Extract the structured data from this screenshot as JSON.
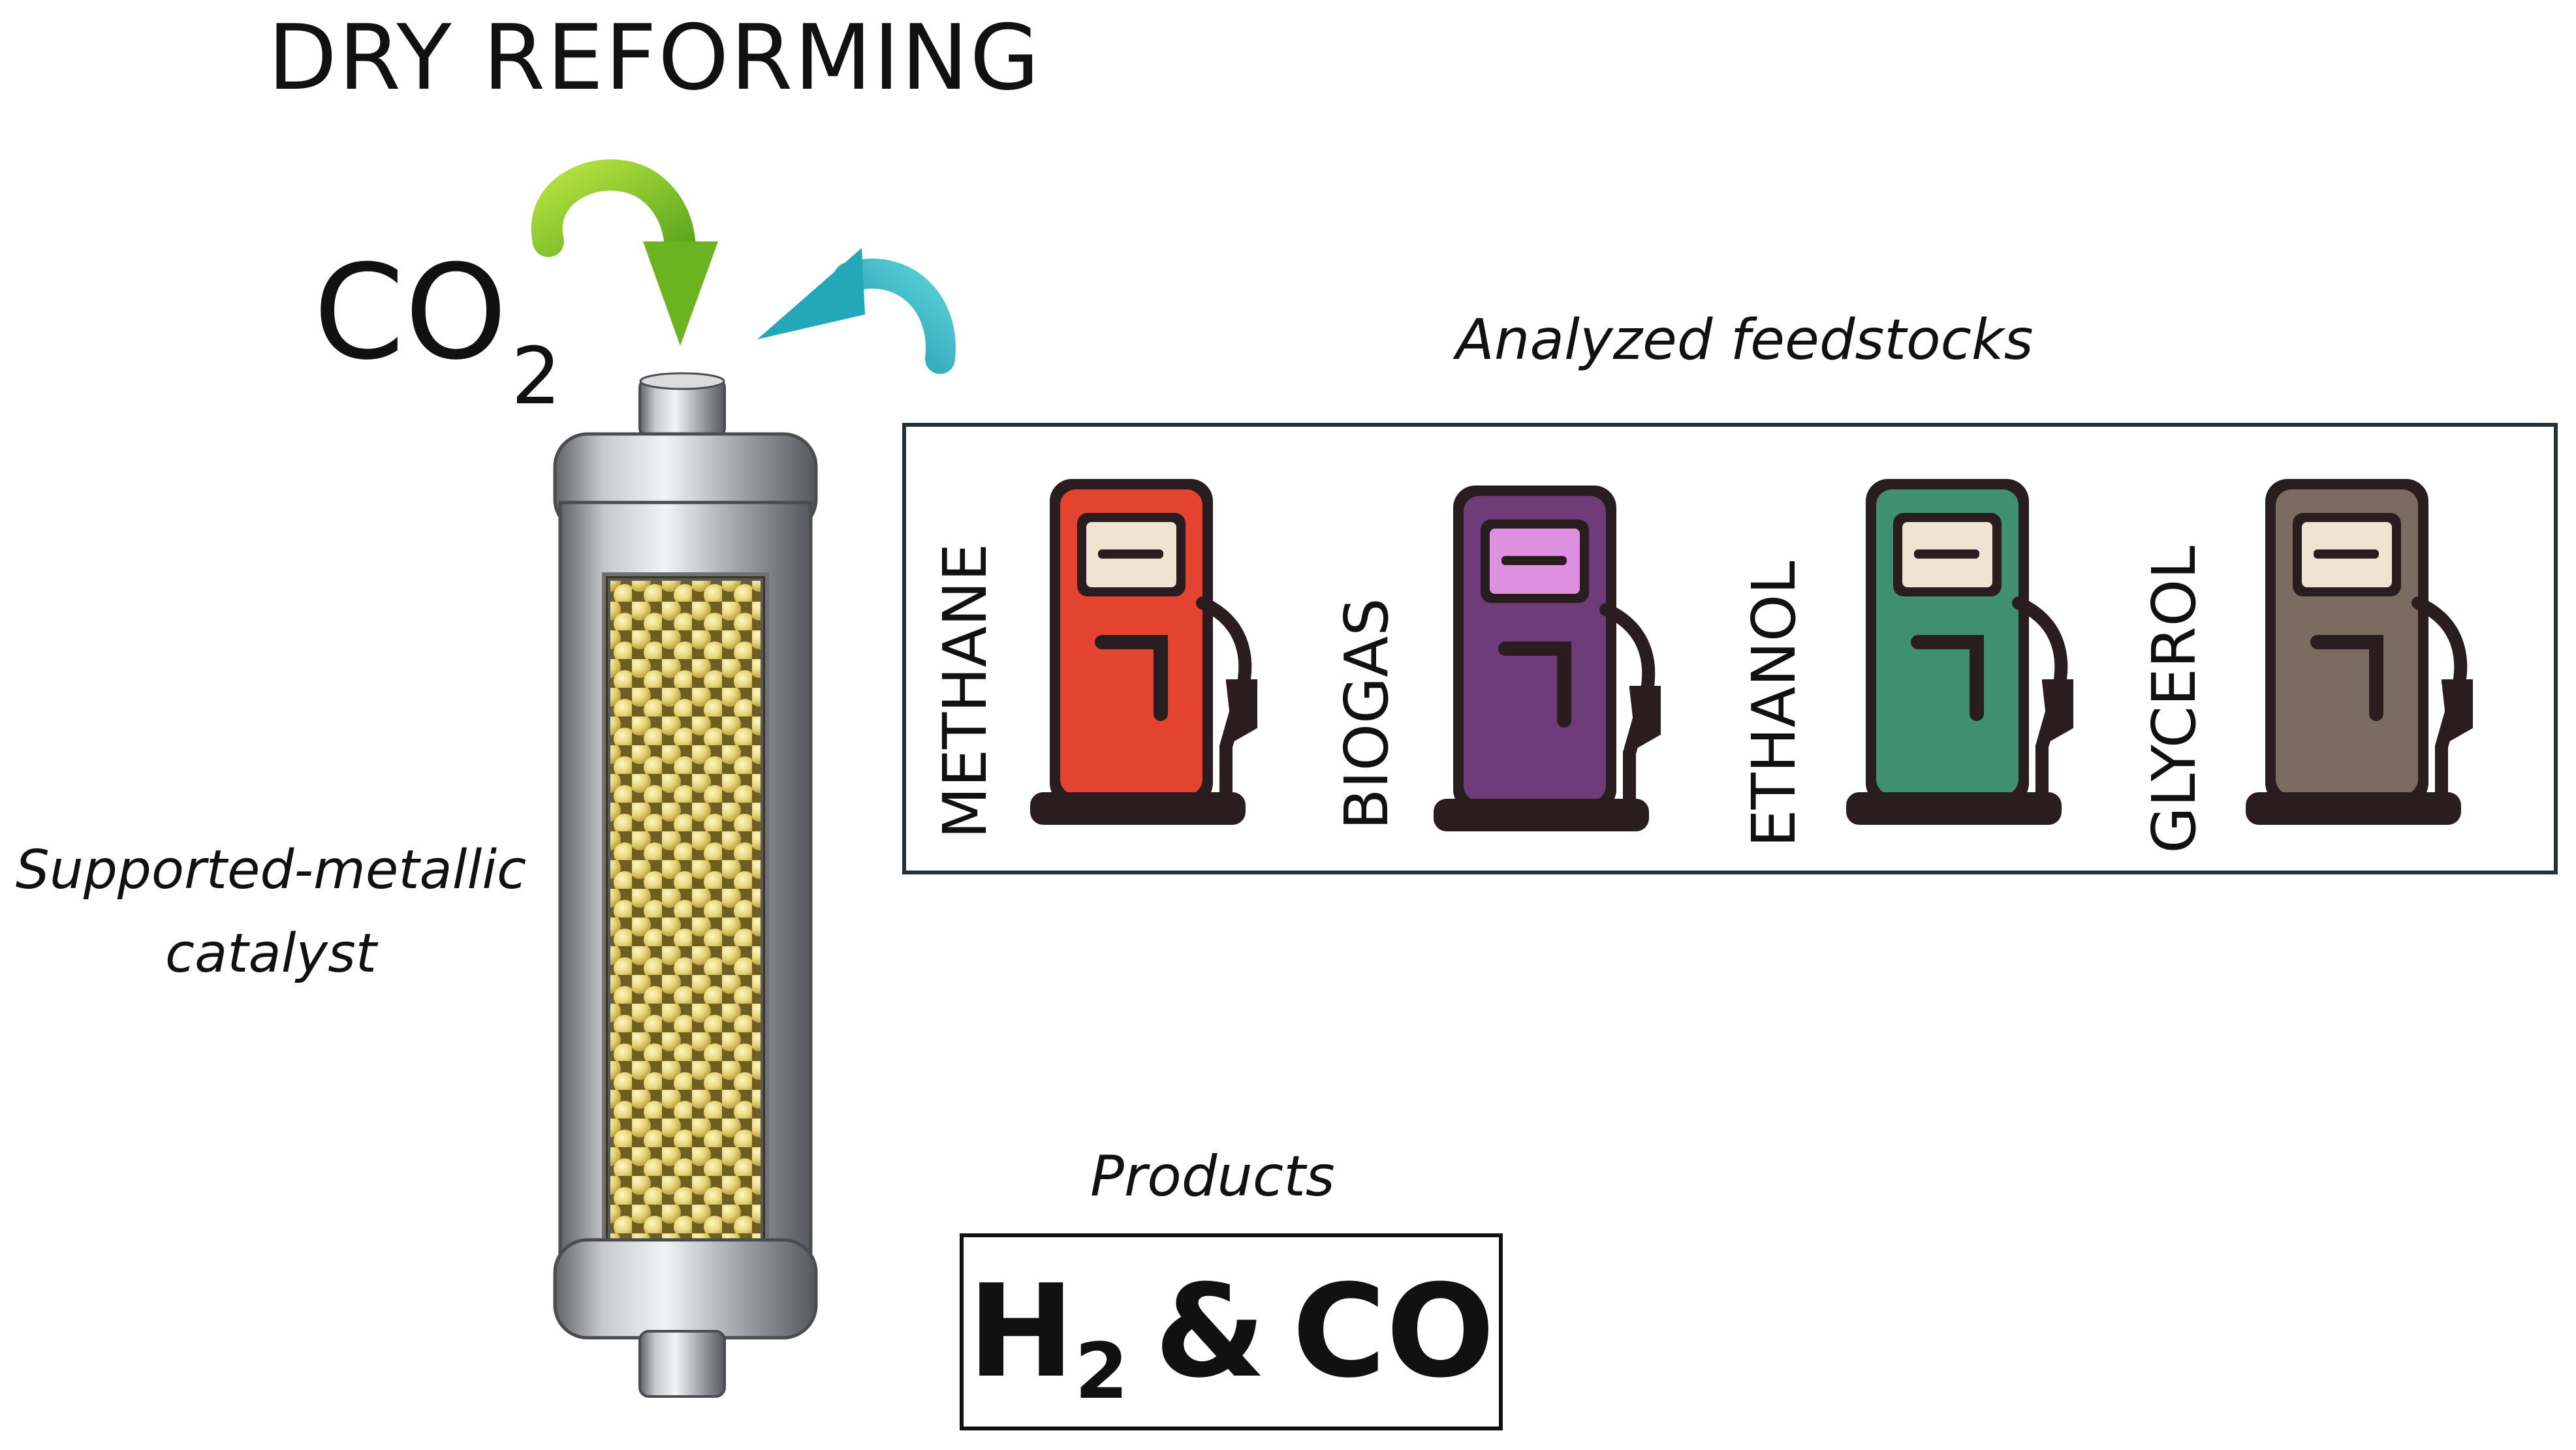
{
  "title": "DRY REFORMING",
  "reactant": {
    "formula": "CO",
    "subscript": "2"
  },
  "catalyst_label": {
    "line1": "Supported-metallic",
    "line2": "catalyst"
  },
  "feedstocks": {
    "heading": "Analyzed feedstocks",
    "items": [
      {
        "name": "METHANE",
        "body_color": "#e4432f",
        "screen_color": "#efe4d2"
      },
      {
        "name": "BIOGAS",
        "body_color": "#6e3c79",
        "screen_color": "#de8fe0"
      },
      {
        "name": "ETHANOL",
        "body_color": "#3f8f73",
        "screen_color": "#efe4d2"
      },
      {
        "name": "GLYCEROL",
        "body_color": "#7b6b61",
        "screen_color": "#efe4d2"
      }
    ]
  },
  "products": {
    "heading": "Products",
    "h": "H",
    "h_subscript": "2",
    "amp": "&",
    "co": "CO"
  },
  "colors": {
    "arrow_green": "#7cc22a",
    "arrow_teal": "#2fb6c4",
    "catalyst_bead": "#e6d87a",
    "reactor_metal": "#a8abae",
    "box_border": "#22313a"
  }
}
